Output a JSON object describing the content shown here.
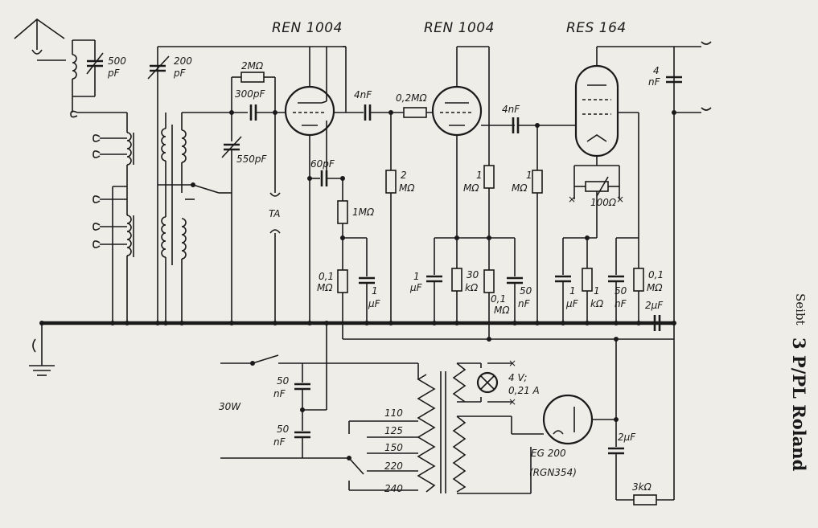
{
  "tubes": [
    {
      "label": "REN 1004"
    },
    {
      "label": "REN 1004"
    },
    {
      "label": "RES 164"
    }
  ],
  "rectifier": {
    "label": "EG 200",
    "alt_label": "(RGN354)"
  },
  "components": {
    "c_500pf": [
      "500",
      "pF"
    ],
    "c_200pf": [
      "200",
      "pF"
    ],
    "r_2m": "2MΩ",
    "c_300pf": "300pF",
    "c_550pf": "550pF",
    "ta": "TA",
    "c_60pf": "60pF",
    "r_1m_a": "1MΩ",
    "r_01m_a": [
      "0,1",
      "MΩ"
    ],
    "c_1uf_a": [
      "1",
      "μF"
    ],
    "c_4nf_a": "4nF",
    "r_02m": "0,2MΩ",
    "r_2m_grid": [
      "2",
      "MΩ"
    ],
    "c_1uf_b": [
      "1",
      "μF"
    ],
    "r_30k": [
      "30",
      "kΩ"
    ],
    "r_1m_b": [
      "1",
      "MΩ"
    ],
    "r_01m_b": [
      "0,1",
      "MΩ"
    ],
    "c_50nf_a": [
      "50",
      "nF"
    ],
    "c_4nf_b": "4nF",
    "r_1m_c": [
      "1",
      "MΩ"
    ],
    "r_100": "100Ω",
    "c_1uf_c": [
      "1",
      "μF"
    ],
    "r_1k": [
      "1",
      "kΩ"
    ],
    "c_50nf_b": [
      "50",
      "nF"
    ],
    "r_01m_c": [
      "0,1",
      "MΩ"
    ],
    "c_4nf_out": [
      "4",
      "nF"
    ],
    "c_2uf_a": "2μF",
    "power": "30W",
    "c_50nf_m1": [
      "50",
      "nF"
    ],
    "c_50nf_m2": [
      "50",
      "nF"
    ],
    "taps": [
      "110",
      "125",
      "150",
      "220",
      "240"
    ],
    "lamp": [
      "4 V;",
      "0,21 A"
    ],
    "c_2uf_b": "2μF",
    "r_3k": "3kΩ"
  },
  "side_label": {
    "prefix": "Seibt",
    "title": "3 P/PL Roland"
  }
}
